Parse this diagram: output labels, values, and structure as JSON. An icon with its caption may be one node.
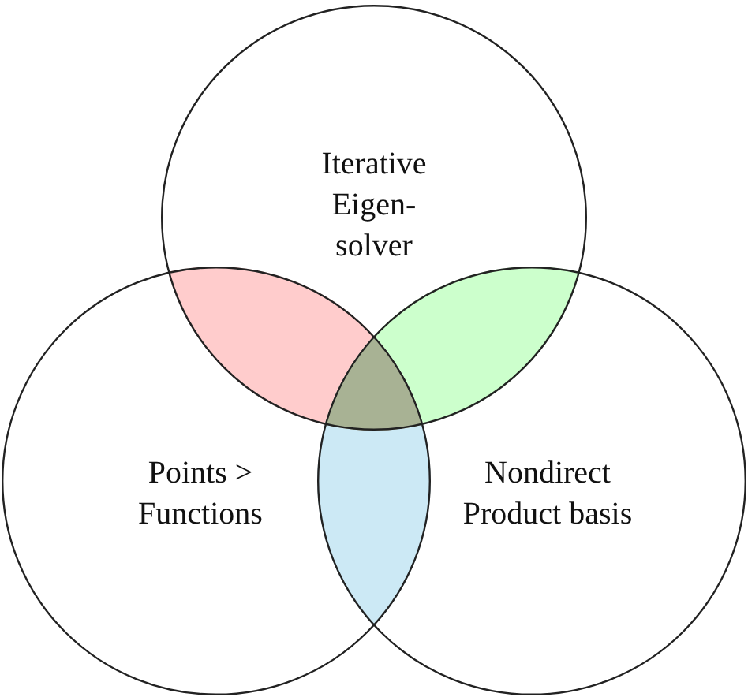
{
  "diagram": {
    "nodes": [
      {
        "text": [
          "Iterative Eigen-solver"
        ]
      },
      {
        "text": [
          "Points > Functions"
        ]
      },
      {
        "text": [
          "Nondirect Product basis"
        ]
      }
    ],
    "edges": []
  }
}
